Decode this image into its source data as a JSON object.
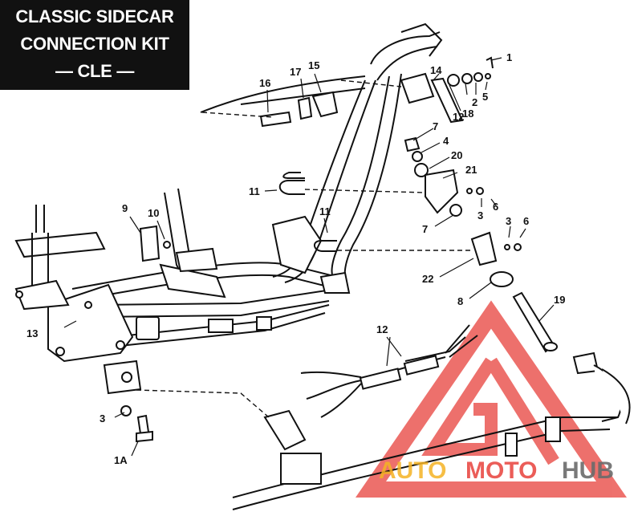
{
  "title": {
    "line1": "CLASSIC SIDECAR",
    "line2": "CONNECTION KIT",
    "line3": "— CLE —"
  },
  "callouts": {
    "c1": "1",
    "c2": "2",
    "c3a": "3",
    "c3b": "3",
    "c3c": "3",
    "c4": "4",
    "c5": "5",
    "c6a": "6",
    "c6b": "6",
    "c7a": "7",
    "c7b": "7",
    "c8": "8",
    "c9": "9",
    "c10": "10",
    "c11a": "11",
    "c11b": "11",
    "c12a": "12",
    "c12b": "12",
    "c13": "13",
    "c14": "14",
    "c15": "15",
    "c16": "16",
    "c17": "17",
    "c18": "18",
    "c19": "19",
    "c20": "20",
    "c21": "21",
    "c22": "22",
    "c1a": "1A"
  },
  "watermark": {
    "auto": "AUTO",
    "moto": "MOTO",
    "hub": "HUB",
    "colors": {
      "logo_red": "#e8413c",
      "auto_yellow": "#f5b324",
      "hub_gray": "#6b6b6b"
    }
  }
}
